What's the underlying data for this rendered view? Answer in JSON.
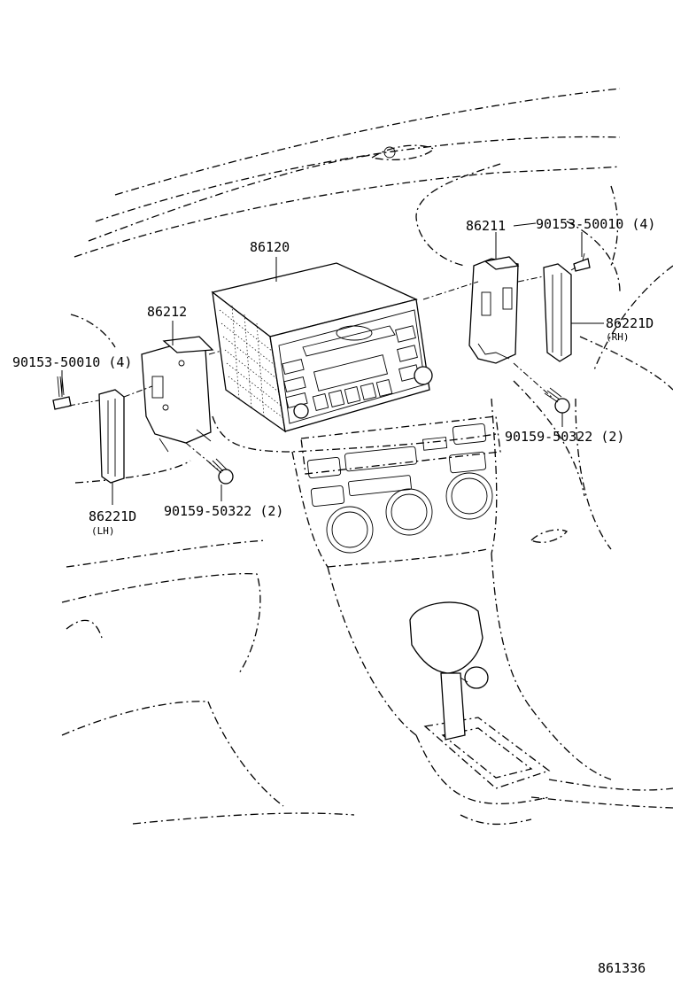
{
  "diagram": {
    "parts": {
      "radio_receiver": "86120",
      "bracket_left": "86212",
      "bracket_right": "86211",
      "screw_left": "90153-50010 (4)",
      "screw_right": "90153-50010 (4)",
      "bolt_left": "90159-50322 (2)",
      "bolt_right": "90159-50322 (2)",
      "cover_left": "86221D",
      "cover_left_side": "(LH)",
      "cover_right": "86221D",
      "cover_right_side": "(RH)"
    },
    "figure_number": "861336"
  }
}
